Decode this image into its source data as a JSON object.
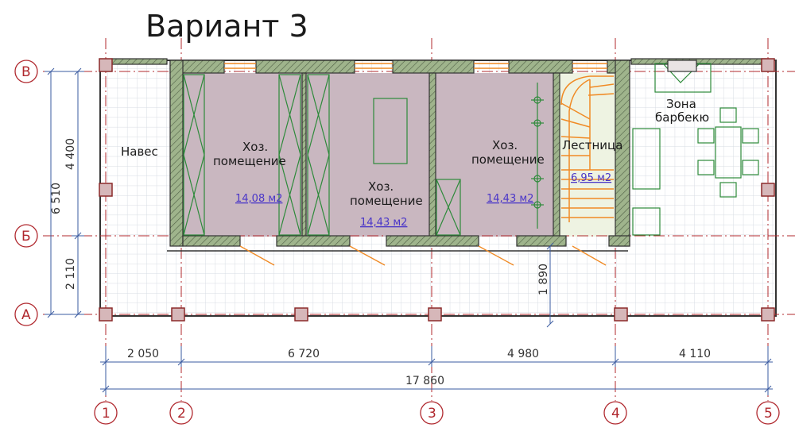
{
  "title": "Вариант 3",
  "axes_rows": [
    "В",
    "Б",
    "А"
  ],
  "axes_cols": [
    "1",
    "2",
    "3",
    "4",
    "5"
  ],
  "rooms": {
    "naves": "Навес",
    "room1": {
      "l1": "Хоз.",
      "l2": "помещение",
      "area": "14,08 м2"
    },
    "room2": {
      "l1": "Хоз.",
      "l2": "помещение",
      "area": "14,43 м2"
    },
    "room3": {
      "l1": "Хоз.",
      "l2": "помещение",
      "area": "14,43 м2"
    },
    "stair": {
      "label": "Лестница",
      "area": "6,95 м2"
    },
    "bbq": {
      "l1": "Зона",
      "l2": "барбекю"
    }
  },
  "dims": {
    "vert_total": "6 510",
    "vert_top": "4 400",
    "vert_bottom": "2 110",
    "stair_offset": "1 890",
    "horiz": [
      "2 050",
      "6 720",
      "4 980",
      "4 110"
    ],
    "horiz_total": "17 860"
  },
  "colors": {
    "axis": "#b0282e",
    "wall": "#9fb48c",
    "room_fill": "#c9b7c0",
    "stair": "#f08a24",
    "furniture": "#2d8a3a",
    "area_text": "#4a36c8",
    "grid": "#d7dce3"
  }
}
